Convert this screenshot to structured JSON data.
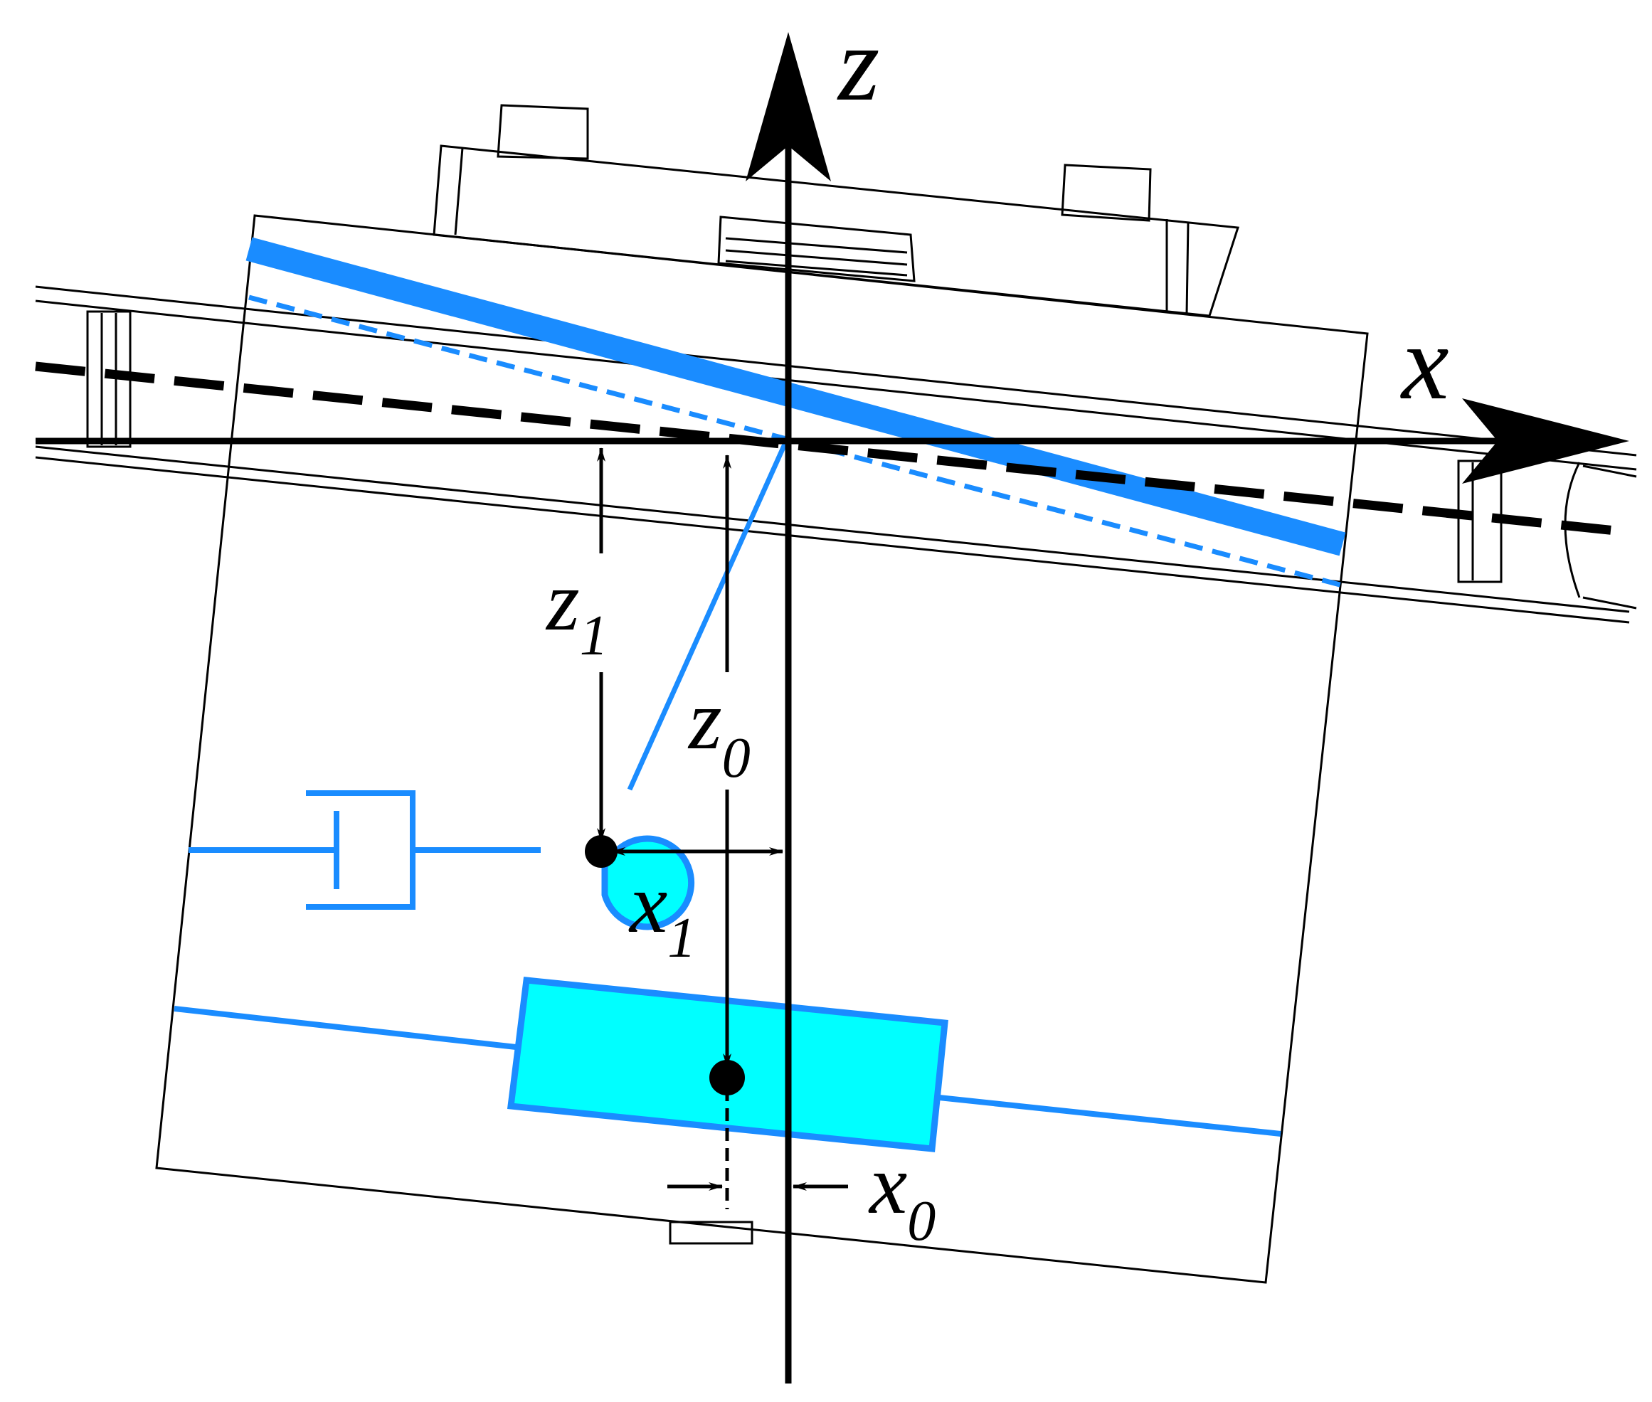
{
  "labels": {
    "axis_z": "z",
    "axis_x": "x",
    "z1": "z",
    "z1_sub": "1",
    "z0": "z",
    "z0_sub": "0",
    "x1": "x",
    "x1_sub": "1",
    "x0": "x",
    "x0_sub": "0"
  },
  "colors": {
    "ink": "#000000",
    "blue": "#1a8cff",
    "cyan": "#00ffff"
  }
}
